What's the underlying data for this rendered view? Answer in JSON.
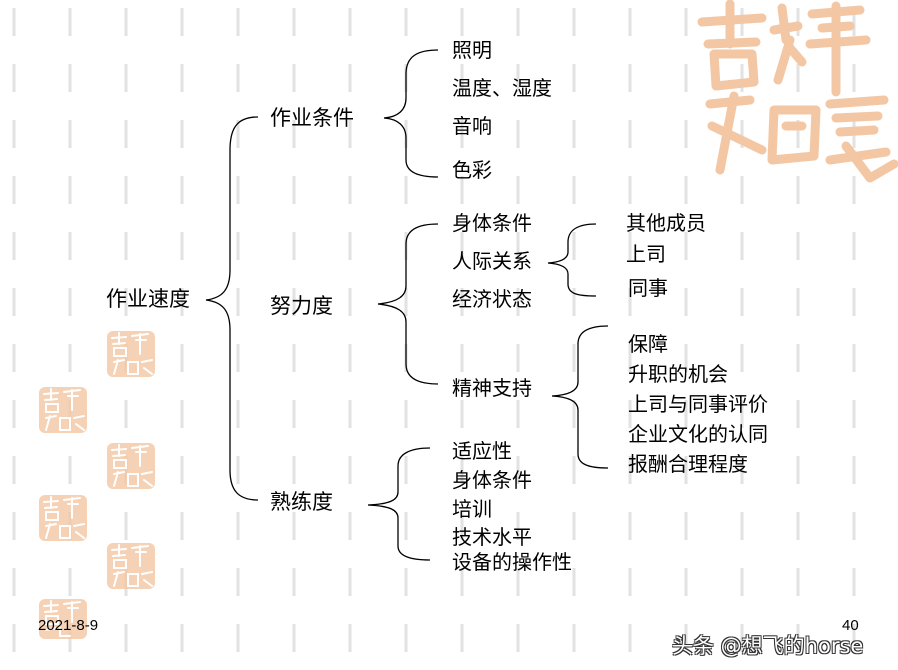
{
  "diagram": {
    "root": "作业速度",
    "branches": [
      {
        "label": "作业条件",
        "items": [
          "照明",
          "温度、湿度",
          "音响",
          "色彩"
        ]
      },
      {
        "label": "努力度",
        "items": [
          "身体条件",
          "人际关系",
          "经济状态",
          "精神支持"
        ]
      },
      {
        "label": "熟练度",
        "items": [
          "适应性",
          "身体条件",
          "培训",
          "技术水平",
          "设备的操作性"
        ]
      }
    ],
    "sub_groups": [
      {
        "parent": "人际关系",
        "items": [
          "其他成员",
          "上司",
          "同事"
        ]
      },
      {
        "parent": "精神支持",
        "items": [
          "保障",
          "升职的机会",
          "上司与同事评价",
          "企业文化的认同",
          "报酬合理程度"
        ]
      }
    ]
  },
  "footer": {
    "date": "2021-8-9",
    "page_number": "40"
  },
  "watermark": "头条 @想飞的horse",
  "colors": {
    "seal": "#f3c7a4",
    "grid": "#e2e2e2",
    "brace": "#000000"
  },
  "seal_text": "吉祥如意"
}
